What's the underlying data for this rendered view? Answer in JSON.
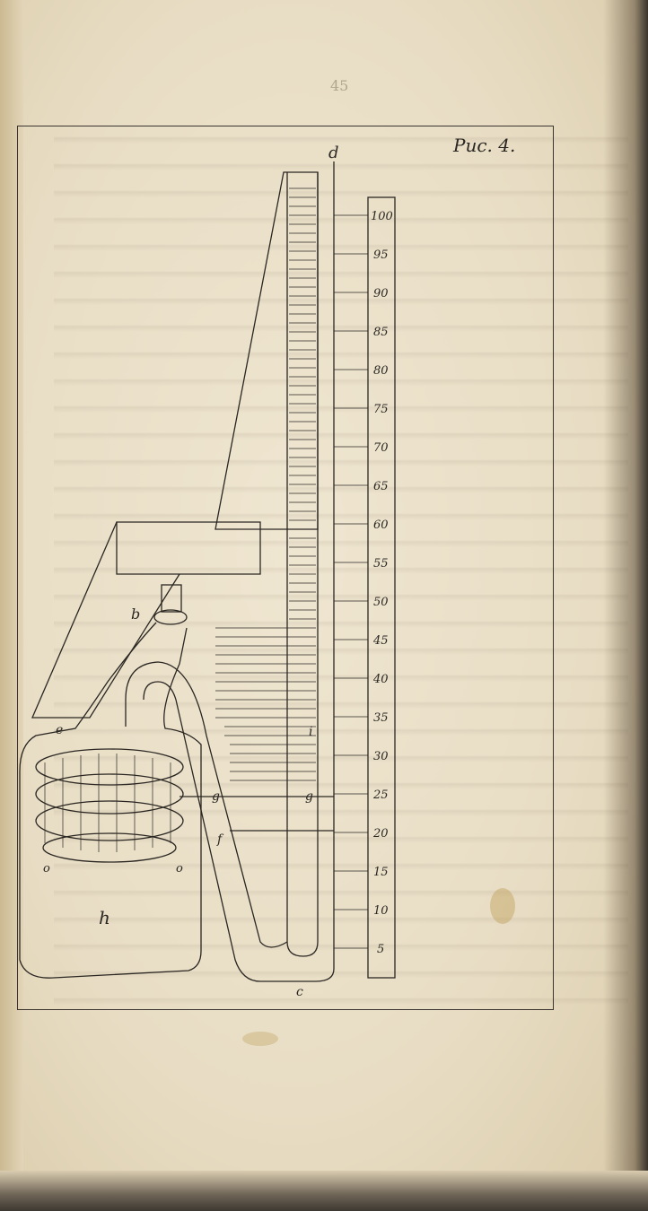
{
  "plate": {
    "title": "Рис. 4.",
    "page_number": "45"
  },
  "scale": {
    "labels": [
      "100",
      "95",
      "90",
      "85",
      "80",
      "75",
      "70",
      "65",
      "60",
      "55",
      "50",
      "45",
      "40",
      "35",
      "30",
      "25",
      "20",
      "15",
      "10",
      "5"
    ]
  },
  "letters": {
    "d": "d",
    "b": "b",
    "e": "e",
    "i": "i",
    "g_left": "g",
    "g_right": "g",
    "f": "f",
    "o_left": "o",
    "o_right": "o",
    "h": "h",
    "c": "c"
  }
}
